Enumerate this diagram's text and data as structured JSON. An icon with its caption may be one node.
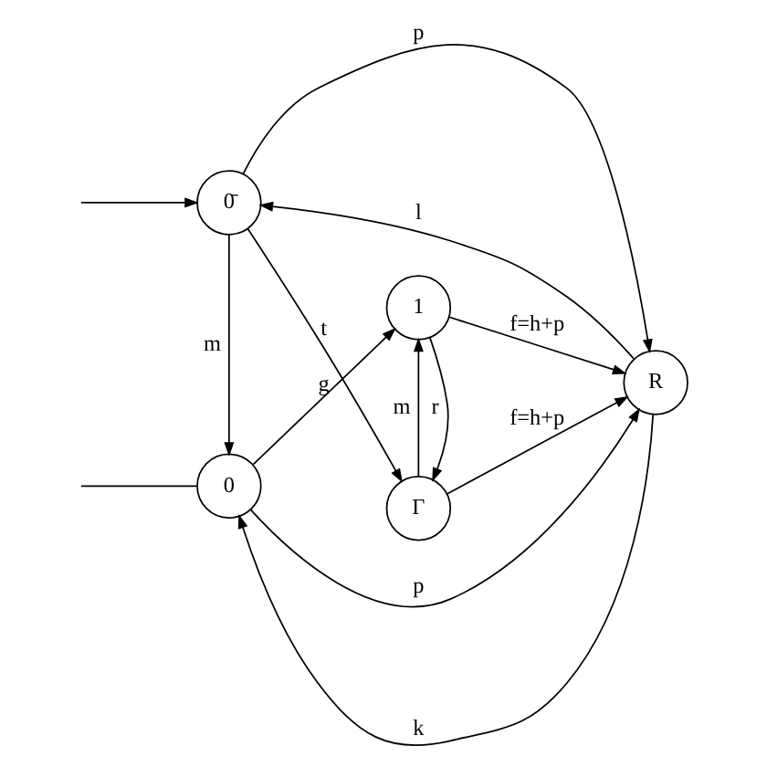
{
  "diagram": {
    "nodes": [
      {
        "text": [
          "0"
        ]
      },
      {
        "text": [
          "1"
        ]
      },
      {
        "text": [
          "R"
        ]
      },
      {
        "text": [
          "0̄"
        ]
      },
      {
        "text": [
          "Γ"
        ]
      }
    ],
    "edges": [
      {
        "from": 2,
        "to": 0,
        "arrow": "to",
        "label": "k"
      },
      {
        "from": 0,
        "to": 2,
        "arrow": "to",
        "label": "p"
      },
      {
        "from": 0,
        "to": 1,
        "arrow": "to",
        "label": "g"
      },
      {
        "from": 1,
        "to": 2,
        "arrow": "to",
        "label": "f=h+p"
      },
      {
        "from": null,
        "to": 0,
        "arrow": "none"
      },
      {
        "from": 3,
        "to": 0,
        "arrow": "to",
        "label": "m"
      },
      {
        "from": 1,
        "to": 4,
        "arrow": "to",
        "label": "r"
      },
      {
        "from": 4,
        "to": 1,
        "arrow": "to",
        "label": "m"
      },
      {
        "from": null,
        "to": 3,
        "arrow": "to"
      },
      {
        "from": 3,
        "to": 4,
        "arrow": "to",
        "label": "t"
      },
      {
        "from": 4,
        "to": 2,
        "arrow": "to",
        "label": "f=h+p"
      },
      {
        "from": 3,
        "to": 2,
        "arrow": "to",
        "label": "p"
      },
      {
        "from": 2,
        "to": 3,
        "arrow": "to",
        "label": "l"
      }
    ]
  }
}
